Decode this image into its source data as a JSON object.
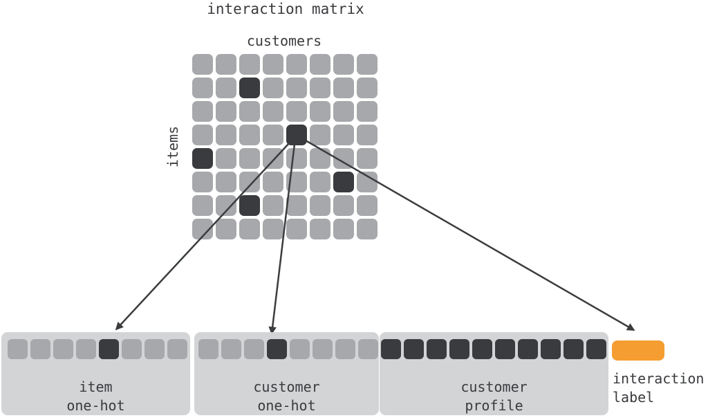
{
  "title": "interaction matrix",
  "matrix": {
    "columns_label": "customers",
    "rows_label": "items",
    "rows": 8,
    "cols": 8,
    "dark_cells": [
      [
        1,
        2
      ],
      [
        3,
        4
      ],
      [
        4,
        0
      ],
      [
        5,
        6
      ],
      [
        6,
        2
      ]
    ],
    "arrow_source_cell": [
      3,
      4
    ]
  },
  "vectors": [
    {
      "id": "item-one-hot",
      "label_lines": [
        "item",
        "one-hot"
      ],
      "cells": 8,
      "dark_indices": [
        4
      ]
    },
    {
      "id": "customer-one-hot",
      "label_lines": [
        "customer",
        "one-hot"
      ],
      "cells": 8,
      "dark_indices": [
        3
      ]
    },
    {
      "id": "customer-profile",
      "label_lines": [
        "customer",
        "profile"
      ],
      "cells": 10,
      "dark_indices": [
        0,
        1,
        2,
        3,
        4,
        5,
        6,
        7,
        8,
        9
      ]
    }
  ],
  "interaction_label": {
    "label_lines": [
      "interaction",
      "label"
    ]
  },
  "colors": {
    "cell-gray": "#a7a8ab",
    "cell-dark": "#393b3e",
    "panel-bg": "#d3d4d6",
    "accent-orange": "#f59d30",
    "text": "#3a3b3e",
    "arrow": "#3a3c3e",
    "background": "#ffffff"
  }
}
